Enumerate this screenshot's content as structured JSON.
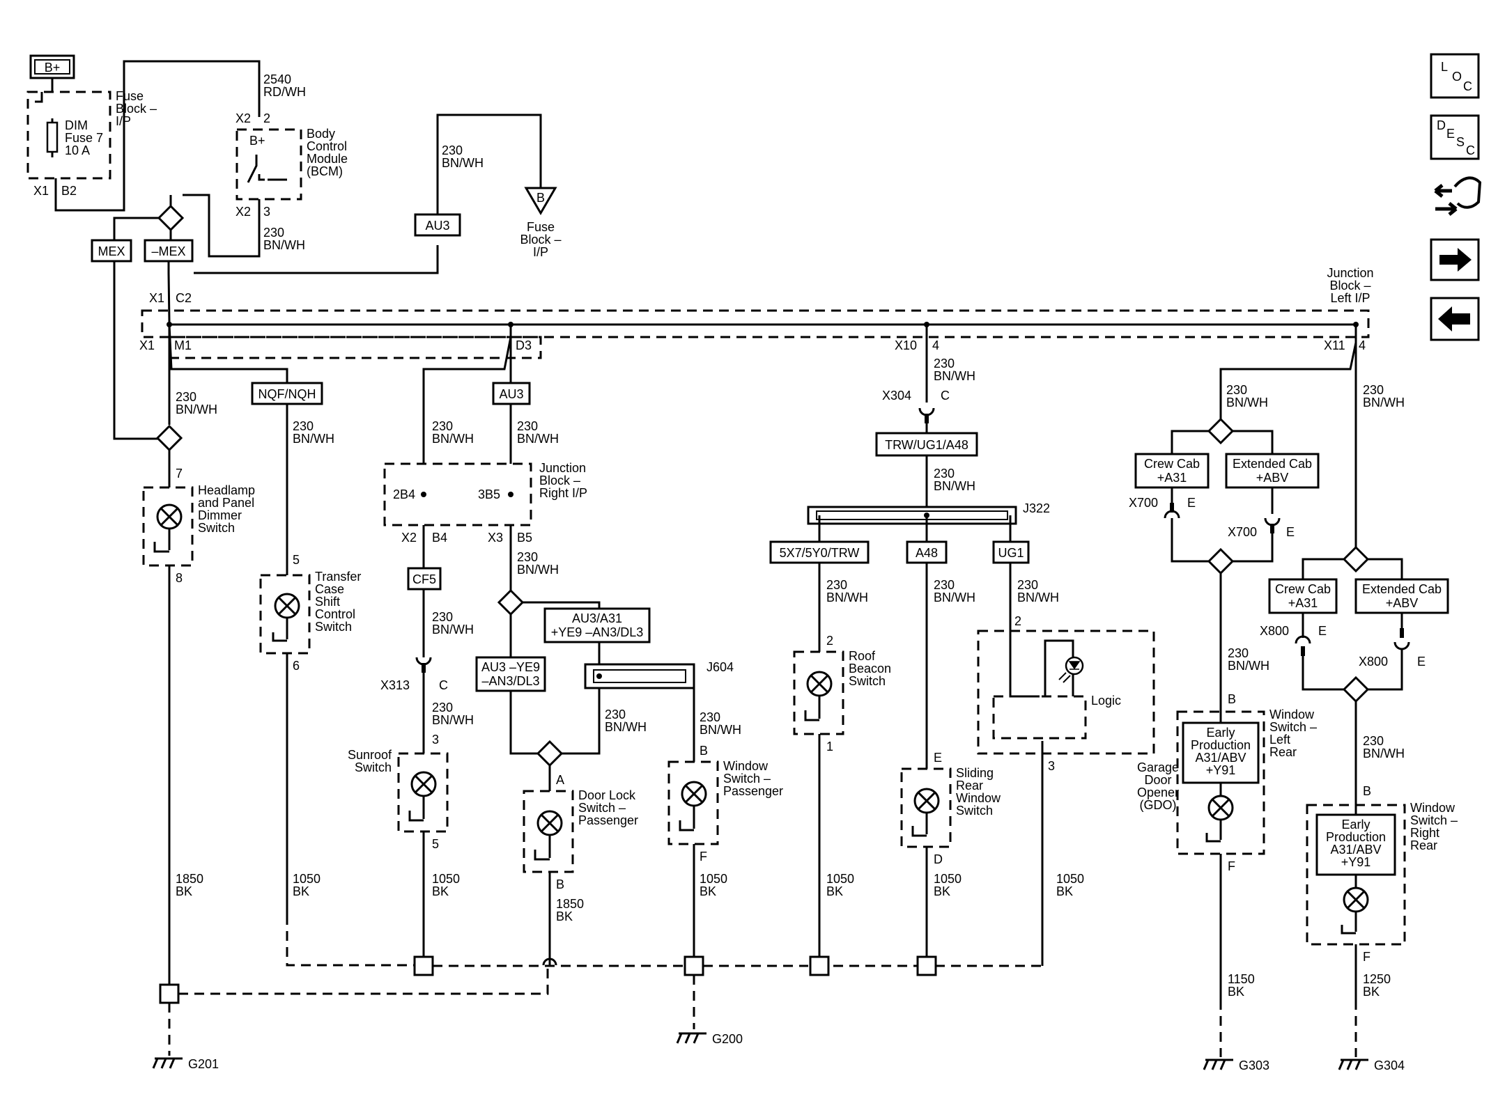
{
  "battery": "B+",
  "fuse_block_ip": [
    "Fuse",
    "Block –",
    "I/P"
  ],
  "dim_fuse": [
    "DIM",
    "Fuse 7",
    "10 A"
  ],
  "fuse_pin": [
    "X1",
    "B2"
  ],
  "bcm": {
    "lines": [
      "Body",
      "Control",
      "Module",
      "(BCM)"
    ],
    "inner": "B+",
    "wire_in": [
      "2540",
      "RD/WH"
    ],
    "pin_top": [
      "X2",
      "2"
    ],
    "pin_bot": [
      "X2",
      "3"
    ],
    "wire_out": [
      "230",
      "BN/WH"
    ]
  },
  "mex": "MEX",
  "nmex": "–MEX",
  "au3": "AU3",
  "wire_b": [
    "230",
    "BN/WH"
  ],
  "ref_b": {
    "letter": "B",
    "lines": [
      "Fuse",
      "Block –",
      "I/P"
    ]
  },
  "jb_left": [
    "Junction",
    "Block –",
    "Left I/P"
  ],
  "jb_pins": {
    "c2": [
      "X1",
      "C2"
    ],
    "m1": [
      "X1",
      "M1"
    ],
    "d3": "D3",
    "x10": [
      "X10",
      "4"
    ],
    "x11": [
      "X11",
      "4"
    ]
  },
  "circ": {
    "w230": [
      "230",
      "BN/WH"
    ],
    "headlamp": [
      "Headlamp",
      "and Panel",
      "Dimmer",
      "Switch"
    ],
    "hl_pins": [
      "7",
      "8"
    ],
    "w1850": [
      "1850",
      "BK"
    ],
    "nqf": "NQF/NQH",
    "transfer": [
      "Transfer",
      "Case",
      "Shift",
      "Control",
      "Switch"
    ],
    "tc_pins": [
      "5",
      "6"
    ],
    "w1050": [
      "1050",
      "BK"
    ],
    "jb_right": [
      "Junction",
      "Block –",
      "Right I/P"
    ],
    "p2b4": "2B4",
    "p3b5": "3B5",
    "x2b4": [
      "X2",
      "B4"
    ],
    "x3b5": [
      "X3",
      "B5"
    ],
    "cf5": "CF5",
    "x313": [
      "X313",
      "C"
    ],
    "sunroof": [
      "Sunroof",
      "Switch"
    ],
    "sr_pins": [
      "3",
      "5"
    ],
    "au3b": "AU3",
    "au3ye9": [
      "AU3 –YE9",
      "–AN3/DL3"
    ],
    "au3a31": [
      "AU3/A31",
      "+YE9 –AN3/DL3"
    ],
    "j604": "J604",
    "doorlock": [
      "Door Lock",
      "Switch –",
      "Passenger"
    ],
    "dl_pins": [
      "A",
      "B"
    ],
    "window_pass": [
      "Window",
      "Switch –",
      "Passenger"
    ],
    "wp_pins": [
      "B",
      "F"
    ],
    "x304": [
      "X304",
      "C"
    ],
    "trw": "TRW/UG1/A48",
    "j322": "J322",
    "k5x7": "5X7/5Y0/TRW",
    "a48": "A48",
    "ug1": "UG1",
    "roof": [
      "Roof",
      "Beacon",
      "Switch"
    ],
    "rb_pins": [
      "2",
      "1"
    ],
    "sliding": [
      "Sliding",
      "Rear",
      "Window",
      "Switch"
    ],
    "sl_pins": [
      "E",
      "D"
    ],
    "gdo_pins": [
      "2",
      "3"
    ],
    "logic": "Logic",
    "gdo": [
      "Garage",
      "Door",
      "Opener",
      "(GDO)"
    ],
    "crew": [
      "Crew Cab",
      "+A31"
    ],
    "ext": [
      "Extended Cab",
      "+ABV"
    ],
    "x700a": [
      "X700",
      "E"
    ],
    "x700b": [
      "X700",
      "E"
    ],
    "x800a": [
      "X800",
      "E"
    ],
    "x800b": [
      "X800",
      "E"
    ],
    "early": [
      "Early",
      "Production",
      "A31/ABV",
      "+Y91"
    ],
    "wlr": [
      "Window",
      "Switch –",
      "Left",
      "Rear"
    ],
    "wrr": [
      "Window",
      "Switch –",
      "Right",
      "Rear"
    ],
    "pinB": "B",
    "pinF": "F",
    "w1150": [
      "1150",
      "BK"
    ],
    "w1250": [
      "1250",
      "BK"
    ],
    "g200": "G200",
    "g201": "G201",
    "g303": "G303",
    "g304": "G304"
  },
  "nav": {
    "loc": [
      "L",
      "O",
      "C"
    ],
    "desc": [
      "D",
      "E",
      "S",
      "C"
    ]
  }
}
